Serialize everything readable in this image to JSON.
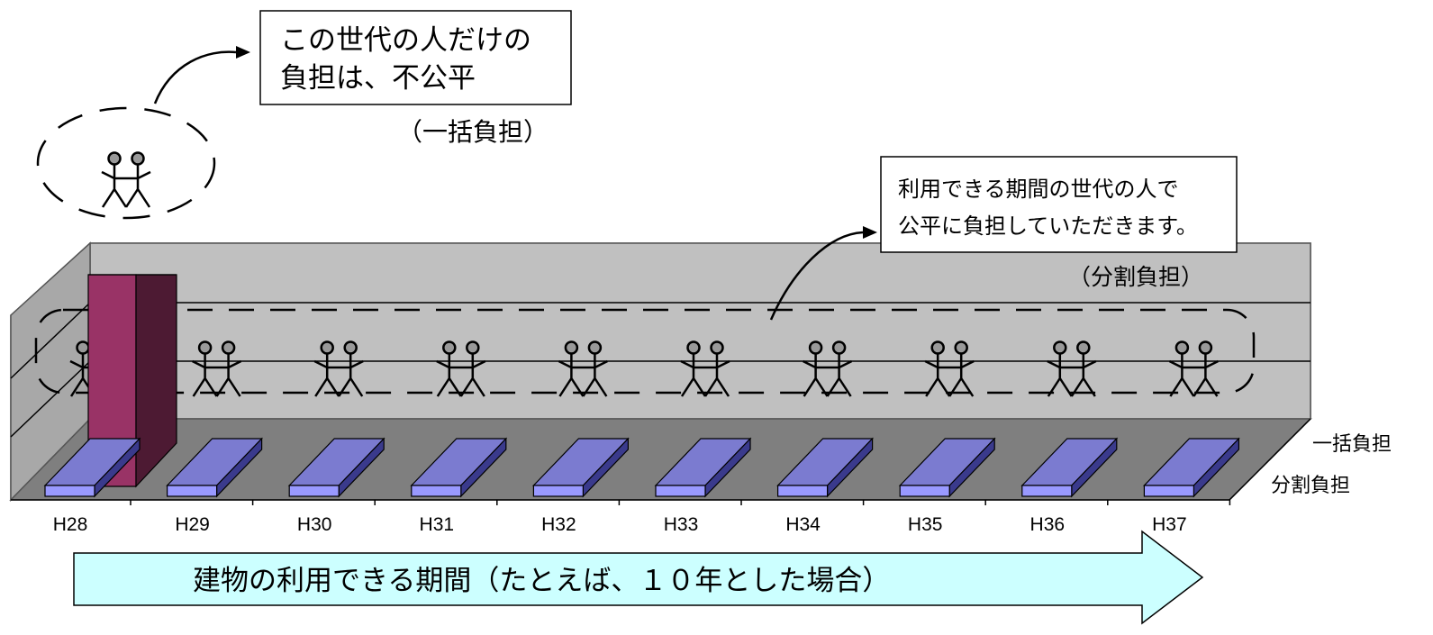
{
  "callout_top": {
    "line1": "この世代の人だけの",
    "line2": "負担は、不公平",
    "caption": "（一括負担）"
  },
  "callout_right": {
    "line1": "利用できる期間の世代の人で",
    "line2": "公平に負担していただきます。",
    "caption": "（分割負担）"
  },
  "chart_data": {
    "type": "bar",
    "categories": [
      "H28",
      "H29",
      "H30",
      "H31",
      "H32",
      "H33",
      "H34",
      "H35",
      "H36",
      "H37"
    ],
    "series": [
      {
        "name": "一括負担",
        "values": [
          10,
          0,
          0,
          0,
          0,
          0,
          0,
          0,
          0,
          0
        ]
      },
      {
        "name": "分割負担",
        "values": [
          1,
          1,
          1,
          1,
          1,
          1,
          1,
          1,
          1,
          1
        ]
      }
    ],
    "colors": {
      "一括負担": "#993366",
      "分割負担": "#7b7bd0",
      "wall": "#c0c0c0",
      "floor": "#7f7f7f"
    }
  },
  "arrow_banner": {
    "text": "建物の利用できる期間（たとえば、１０年とした場合）",
    "fill": "#ccffff"
  }
}
